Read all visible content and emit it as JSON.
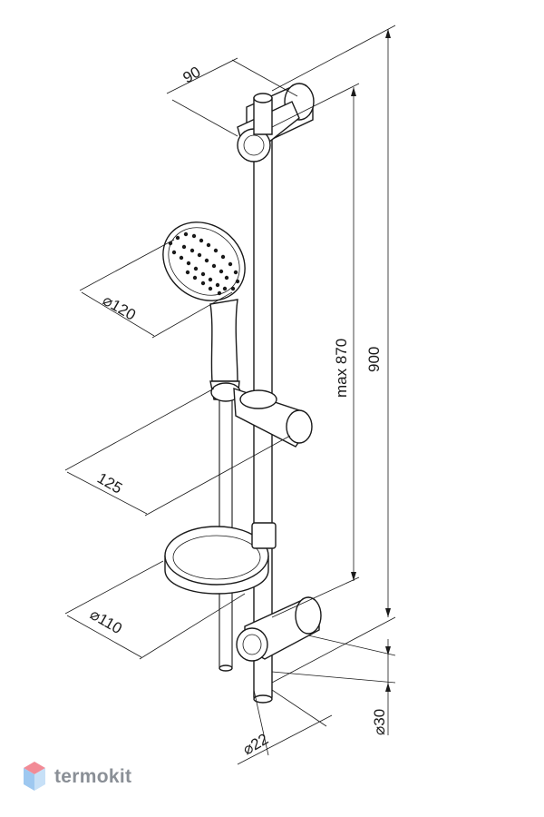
{
  "dimensions": {
    "head_width": "90",
    "handset_diameter": "⌀120",
    "holder_offset": "125",
    "soap_dish_diameter": "⌀110",
    "rail_length": "900",
    "slide_travel": "max 870",
    "bracket_diameter": "⌀30",
    "rail_diameter": "⌀22"
  },
  "brand": {
    "name": "termokit"
  },
  "colors": {
    "line": "#1a1a1a",
    "logo_text": "#8a8f96",
    "logo_top": "#f28b96",
    "logo_side": "#9ec8f0"
  }
}
